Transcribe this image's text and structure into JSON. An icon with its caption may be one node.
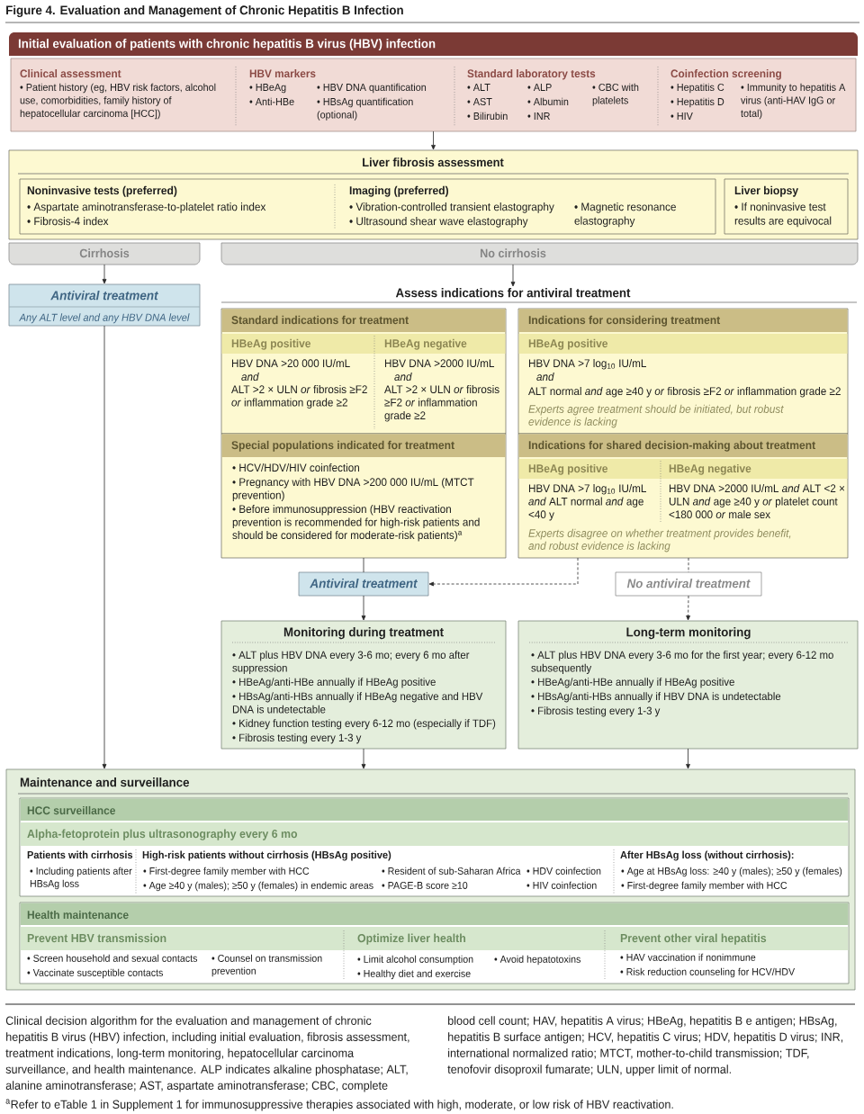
{
  "diagram": {
    "title": "Figure 4. Evaluation and Management of Chronic Hepatitis B Infection",
    "caption": "Clinical decision algorithm for the evaluation and management of chronic hepatitis B virus (HBV) infection, including initial evaluation, fibrosis assessment, treatment indications, long-term monitoring, hepatocellular carcinoma surveillance, and health maintenance. ALP indicates alkaline phosphatase; ALT, alanine aminotransferase; AST, aspartate aminotransferase; CBC, complete blood cell count; HAV, hepatitis A virus; HBeAg, hepatitis B e antigen; HBsAg, hepatitis B surface antigen; HCV, hepatitis C virus; HDV, hepatitis D virus; INR, international normalized ratio; MTCT, mother-to-child transmission; TDF, tenofovir disoproxil fumarate; ULN, upper limit of normal.",
    "nodes": [
      {
        "text": [
          "Initial evaluation of patients with chronic hepatitis B virus (HBV) infection",
          "Clinical assessment",
          "• Patient history (eg, HBV risk factors, alcohol use, comorbidities, family history of hepatocellular carcinoma [HCC])",
          "HBV markers",
          "• HBeAg",
          "• Anti-HBe",
          "• HBV DNA quantification",
          "• HBsAg quantification (optional)",
          "Standard laboratory tests",
          "• ALT",
          "• AST",
          "• Bilirubin",
          "• ALP",
          "• Albumin",
          "• INR",
          "• CBC with platelets",
          "Coinfection screening",
          "• Hepatitis C",
          "• Hepatitis D",
          "• HIV",
          "• Immunity to hepatitis A virus (anti-HAV IgG or total)"
        ]
      },
      {
        "text": [
          "Liver fibrosis assessment"
        ]
      },
      {
        "text": [
          "Noninvasive tests (preferred)",
          "• Aspartate aminotransferase-to-platelet ratio index",
          "• Fibrosis-4 index",
          "Imaging (preferred)",
          "• Vibration-controlled transient elastography",
          "• Ultrasound shear wave elastography",
          "• Magnetic resonance elastography"
        ],
        "in": 1
      },
      {
        "text": [
          "Liver biopsy",
          "• If noninvasive test results are equivocal"
        ],
        "in": 1
      },
      {
        "text": [
          "Cirrhosis"
        ]
      },
      {
        "text": [
          "No cirrhosis"
        ]
      },
      {
        "text": [
          "Antiviral treatment",
          "Any ALT level and any HBV DNA level"
        ]
      },
      {
        "text": [
          "Assess indications for antiviral treatment"
        ]
      },
      {
        "text": [
          "Standard indications for treatment",
          "HBeAg positive",
          "HBV DNA >20 000 IU/mL",
          "and",
          "ALT >2 × ULN *or* fibrosis ≥F2 *or* inflammation grade ≥2",
          "HBeAg negative",
          "HBV DNA >2000 IU/mL",
          "and",
          "ALT >2 × ULN *or* fibrosis ≥F2 *or* inflammation grade ≥2"
        ]
      },
      {
        "text": [
          "Indications for considering treatment",
          "HBeAg positive",
          "HBV DNA >7 log$_{10}$ IU/mL",
          "and",
          "ALT normal *and* age ≥40 y *or* fibrosis ≥F2 *or* inflammation grade ≥2",
          "Experts agree treatment should be initiated, but robust evidence is lacking"
        ]
      },
      {
        "text": [
          "Special populations indicated for treatment",
          "• HCV/HDV/HIV coinfection",
          "• Pregnancy with HBV DNA >200 000 IU/mL (MTCT prevention)",
          "• Before immunosuppression (HBV reactivation prevention is recommended for high-risk patients and should be considered for moderate-risk patients)$^{a}$"
        ]
      },
      {
        "text": [
          "Indications for shared decision-making about treatment",
          "HBeAg positive",
          "HBV DNA >7 log$_{10}$ IU/mL *and* ALT normal *and* age <40 y",
          "HBeAg negative",
          "HBV DNA >2000 IU/mL *and* ALT <2 × ULN *and* age ≥40 y *or* platelet count <180 000 *or* male sex",
          "Experts disagree on whether treatment provides benefit, and robust evidence is lacking"
        ]
      },
      {
        "text": [
          "Antiviral treatment"
        ]
      },
      {
        "text": [
          "No antiviral treatment"
        ]
      },
      {
        "text": [
          "Monitoring during treatment",
          "• ALT plus HBV DNA every 3-6 mo; every 6 mo after suppression",
          "• HBeAg/anti-HBe annually if HBeAg positive",
          "• HBsAg/anti-HBs annually if HBeAg negative and HBV DNA is undetectable",
          "• Kidney function testing every 6-12 mo (especially if TDF)",
          "• Fibrosis testing every 1-3 y"
        ]
      },
      {
        "text": [
          "Long-term monitoring",
          "• ALT plus HBV DNA every 3-6 mo for the first year; every 6-12 mo subsequently",
          "• HBeAg/anti-HBe annually if HBeAg positive",
          "• HBsAg/anti-HBs annually if HBV DNA is undetectable",
          "• Fibrosis testing every 1-3 y"
        ]
      },
      {
        "text": [
          "Maintenance and surveillance"
        ]
      },
      {
        "text": [
          "HCC surveillance",
          "Alpha-fetoprotein plus ultrasonography every 6 mo",
          "Patients with cirrhosis",
          "• Including patients after HBsAg loss",
          "High-risk patients without cirrhosis (HBsAg positive)",
          "• First-degree family member with HCC",
          "• Age ≥40 y (males); ≥50 y (females) in endemic areas",
          "• Resident of sub-Saharan Africa",
          "• PAGE-B score ≥10",
          "• HDV coinfection",
          "• HIV coinfection",
          "After HBsAg loss (without cirrhosis):",
          "• Age at HBsAg loss: ≥40 y (males); ≥50 y (females)",
          "• First-degree family member with HCC"
        ],
        "in": 16
      },
      {
        "text": [
          "Health maintenance",
          "Prevent HBV transmission",
          "• Screen household and sexual contacts",
          "• Vaccinate susceptible contacts",
          "• Counsel on transmission prevention",
          "Optimize liver health",
          "• Limit alcohol consumption",
          "• Healthy diet and exercise",
          "• Avoid hepatotoxins",
          "Prevent other viral hepatitis",
          "• HAV vaccination if nonimmune",
          "• Risk reduction counseling for HCV/HDV"
        ],
        "in": 16
      }
    ],
    "edges": [
      {
        "from": 0,
        "to": 1,
        "arrow": "to"
      },
      {
        "from": 4,
        "to": 6,
        "arrow": "to"
      },
      {
        "from": 5,
        "to": 7,
        "arrow": "to"
      },
      {
        "from": 10,
        "to": 12,
        "arrow": "none"
      },
      {
        "from": 11,
        "to": 12,
        "arrow": "to",
        "style": "dashed"
      },
      {
        "from": 11,
        "to": 13,
        "arrow": "none",
        "style": "dashed"
      },
      {
        "from": 12,
        "to": 14,
        "arrow": "to"
      },
      {
        "from": 13,
        "to": 15,
        "arrow": "to",
        "style": "dashed"
      },
      {
        "from": 6,
        "to": 16,
        "arrow": "to"
      },
      {
        "from": 14,
        "to": 16,
        "arrow": "to"
      },
      {
        "from": 15,
        "to": 16,
        "arrow": "to"
      }
    ],
    "labels": [
      "$^{a}$Refer to eTable 1 in Supplement 1 for immunosuppressive therapies associated with high, moderate, or low risk of HBV reactivation."
    ]
  }
}
